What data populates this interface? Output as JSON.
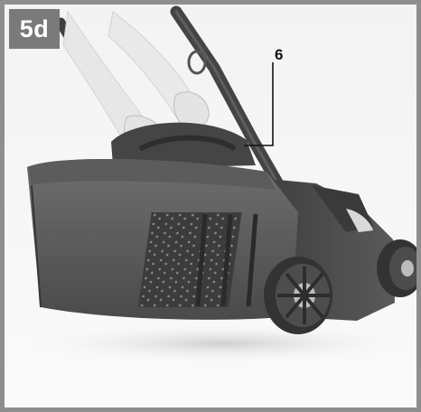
{
  "figure": {
    "step_label": "5d",
    "callout_label": "6"
  },
  "icons": [
    "lawnmower-illustration"
  ]
}
